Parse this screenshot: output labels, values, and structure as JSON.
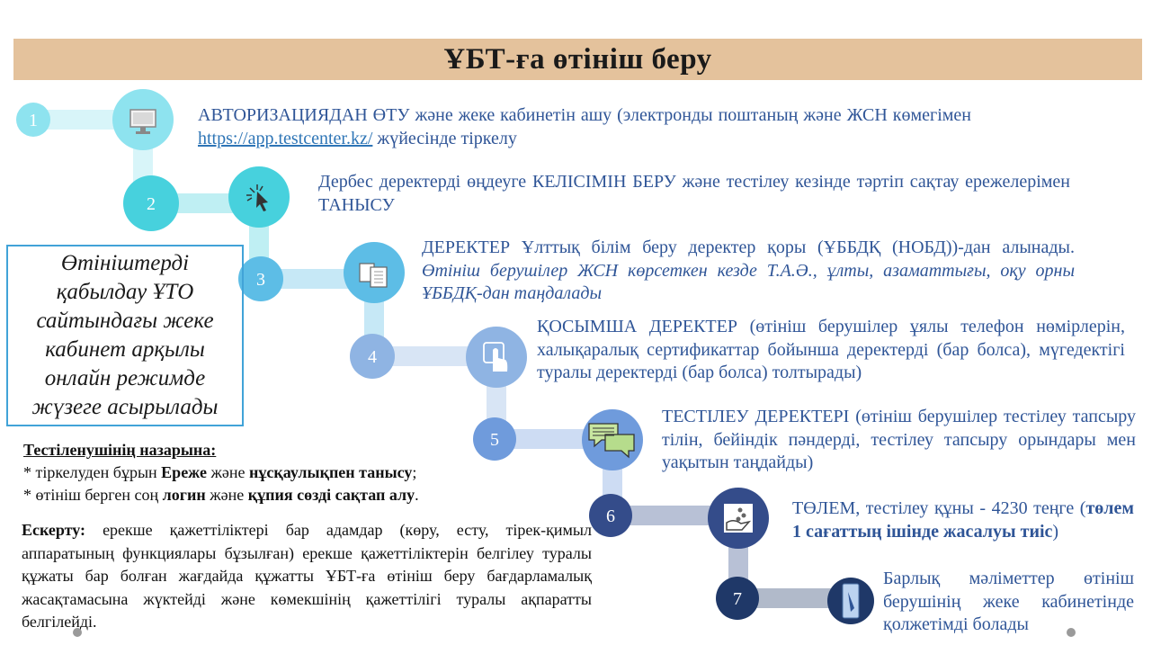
{
  "title": "ҰБТ-ға өтініш беру",
  "colors": {
    "title_bg": "#e4c29c",
    "border": "#41a3d8",
    "text_blue": "#2f5597"
  },
  "steps": [
    {
      "number": "1",
      "icon": "monitor-icon",
      "color": "#8ee3ef",
      "parts": [
        {
          "text": "АВТОРИЗАЦИЯДАН ӨТУ және жеке кабинетін ашу (электронды поштаның және ЖСН көмегімен "
        },
        {
          "text": "https://app.testcenter.kz/",
          "link": true
        },
        {
          "text": " жүйесінде тіркелу"
        }
      ]
    },
    {
      "number": "2",
      "icon": "cursor-click-icon",
      "color": "#47d1dd",
      "parts": [
        {
          "text": "Дербес деректерді өңдеуге КЕЛІСІМІН БЕРУ және тестілеу кезінде тәртіп сақтау ережелерімен ТАНЫСУ"
        }
      ]
    },
    {
      "number": "3",
      "icon": "documents-icon",
      "color": "#5dbde6",
      "parts": [
        {
          "text": "ДЕРЕКТЕР Ұлттық білім беру деректер қоры (ҰББДҚ (НОБД))-дан алынады. "
        },
        {
          "text": "Өтініш берушілер ЖСН көрсеткен кезде Т.А.Ә., ұлты, азаматтығы, оқу орны ҰББДҚ-дан таңдалады",
          "italic": true
        }
      ]
    },
    {
      "number": "4",
      "icon": "hand-touch-icon",
      "color": "#8fb4e3",
      "parts": [
        {
          "text": "ҚОСЫМША ДЕРЕКТЕР (өтініш берушілер ұялы телефон нөмірлерін, халықаралық сертификаттар бойынша деректерді (бар болса), мүгедектігі туралы деректерді (бар болса) толтырады)"
        }
      ]
    },
    {
      "number": "5",
      "icon": "chat-bubbles-icon",
      "color": "#6f9bdc",
      "parts": [
        {
          "text": "ТЕСТІЛЕУ ДЕРЕКТЕРІ (өтініш берушілер тестілеу тапсыру тілін, бейіндік пәндерді, тестілеу тапсыру орындары мен уақытын таңдайды)"
        }
      ]
    },
    {
      "number": "6",
      "icon": "hand-coins-icon",
      "color": "#344c8a",
      "parts": [
        {
          "text": "ТӨЛЕМ, тестілеу құны - 4230 теңге ("
        },
        {
          "text": "төлем 1 сағаттың ішінде жасалуы тиіс",
          "bold": true
        },
        {
          "text": ")"
        }
      ]
    },
    {
      "number": "7",
      "icon": "id-card-icon",
      "color": "#1f3868",
      "parts": [
        {
          "text": "Барлық мәліметтер өтініш берушінің жеке кабинетінде қолжетімді болады"
        }
      ]
    }
  ],
  "side_box": "Өтініштерді қабылдау ҰТО сайтындағы жеке кабинет арқылы онлайн режимде жүзеге асырылады",
  "notice": {
    "heading": "Тестіленушінің назарына:",
    "items": [
      [
        {
          "text": "* тіркелуден бұрын "
        },
        {
          "text": "Ереже",
          "bold": true
        },
        {
          "text": " және "
        },
        {
          "text": "нұсқаулықпен танысу",
          "bold": true
        },
        {
          "text": ";"
        }
      ],
      [
        {
          "text": "* өтініш берген соң "
        },
        {
          "text": "логин",
          "bold": true
        },
        {
          "text": " және "
        },
        {
          "text": "құпия сөзді сақтап алу",
          "bold": true
        },
        {
          "text": "."
        }
      ]
    ]
  },
  "warning": {
    "label": "Ескерту:",
    "text": " ерекше қажеттіліктері бар адамдар (көру, есту, тірек-қимыл аппаратының функциялары бұзылған) ерекше қажеттіліктерін белгілеу туралы құжаты бар болған жағдайда құжатты ҰБТ-ға өтініш беру бағдарламалық жасақтамасына жүктейді және көмекшінің қажеттілігі туралы ақпаратты белгілейді."
  }
}
